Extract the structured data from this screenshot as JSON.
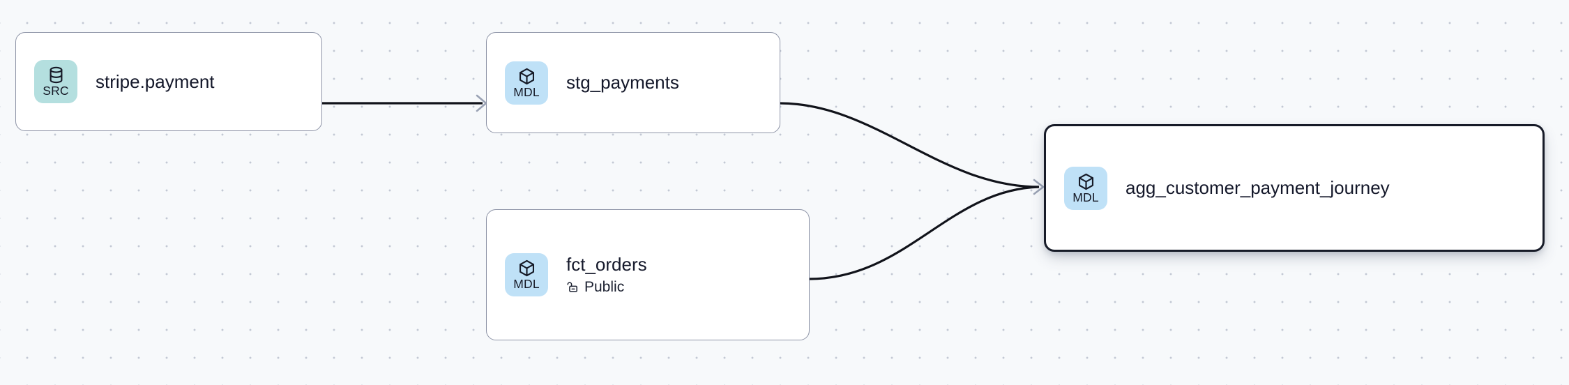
{
  "graph": {
    "background": "#f7f9fb",
    "dot_color": "#c3c8d4",
    "edge_color": "#11131a",
    "arrowhead_color": "#9aa2b4"
  },
  "badges": {
    "src": {
      "label": "SRC",
      "color": "#b4dfdf",
      "icon": "database-icon"
    },
    "mdl": {
      "label": "MDL",
      "color": "#bfe1f7",
      "icon": "cube-icon"
    }
  },
  "nodes": [
    {
      "id": "stripe-payment",
      "title": "stripe.payment",
      "badge_label": "SRC",
      "badge_type": "src",
      "icon": "database-icon",
      "subtitle": null,
      "subtitle_icon": null,
      "selected": false
    },
    {
      "id": "stg-payments",
      "title": "stg_payments",
      "badge_label": "MDL",
      "badge_type": "mdl",
      "icon": "cube-icon",
      "subtitle": null,
      "subtitle_icon": null,
      "selected": false
    },
    {
      "id": "fct-orders",
      "title": "fct_orders",
      "badge_label": "MDL",
      "badge_type": "mdl",
      "icon": "cube-icon",
      "subtitle": "Public",
      "subtitle_icon": "unlock-icon",
      "selected": false
    },
    {
      "id": "agg-customer-payment-journey",
      "title": "agg_customer_payment_journey",
      "badge_label": "MDL",
      "badge_type": "mdl",
      "icon": "cube-icon",
      "subtitle": null,
      "subtitle_icon": null,
      "selected": true
    }
  ],
  "edges": [
    {
      "from": "stripe-payment",
      "to": "stg-payments",
      "style": "straight"
    },
    {
      "from": "stg-payments",
      "to": "agg-customer-payment-journey",
      "style": "bezier"
    },
    {
      "from": "fct-orders",
      "to": "agg-customer-payment-journey",
      "style": "bezier"
    }
  ]
}
